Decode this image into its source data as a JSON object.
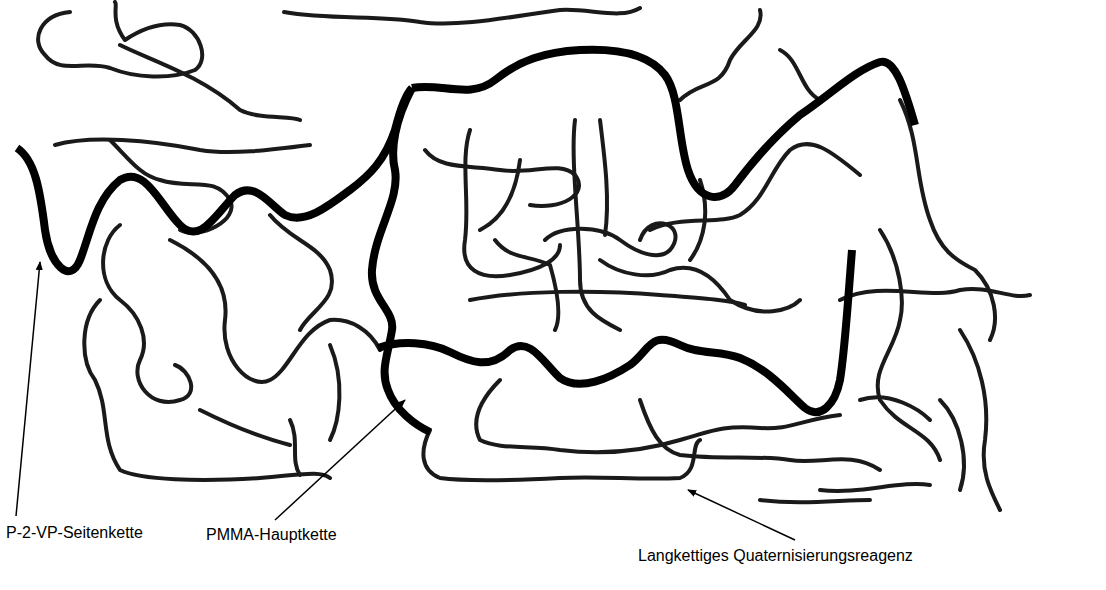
{
  "diagram": {
    "labels": [
      "P-2-VP-Seitenkette",
      "PMMA-Hauptkette",
      "Langkettiges Quaternisierungsreagenz"
    ]
  }
}
